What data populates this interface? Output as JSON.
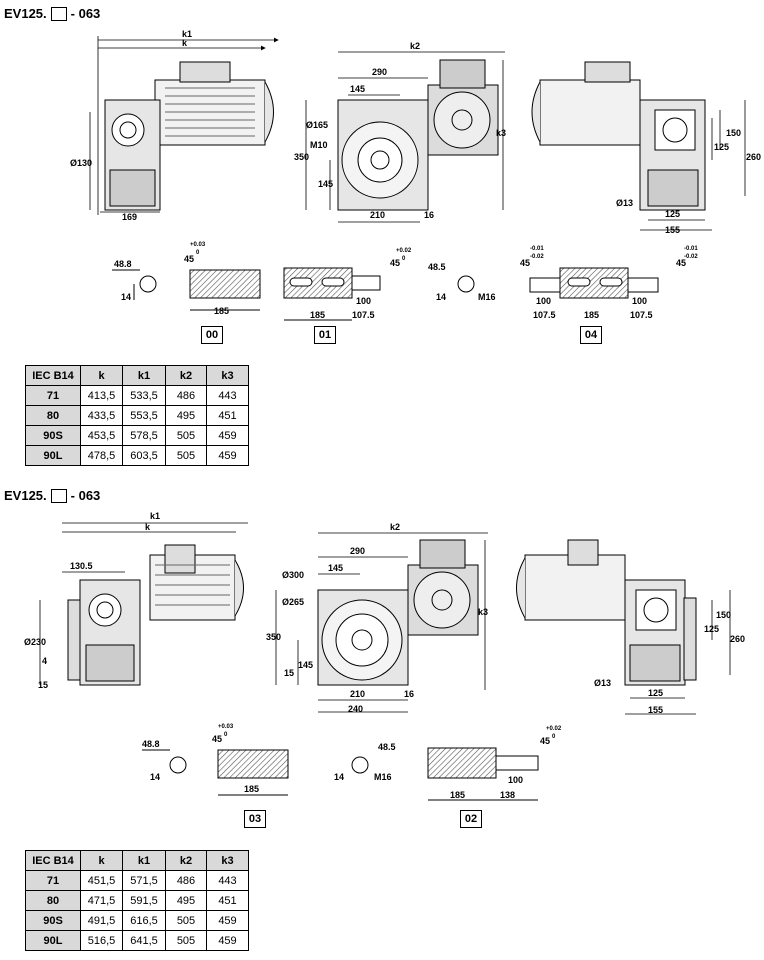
{
  "section1": {
    "title_prefix": "EV125.",
    "title_suffix": "- 063",
    "dims": {
      "k1": "k1",
      "k": "k",
      "k2": "k2",
      "k3": "k3",
      "d130": "Ø130",
      "w169": "169",
      "w290": "290",
      "w145a": "145",
      "d165": "Ø165",
      "m10": "M10",
      "h350": "350",
      "h145b": "145",
      "w210": "210",
      "w16": "16",
      "h150": "150",
      "h125": "125",
      "h260": "260",
      "d13": "Ø13",
      "w125": "125",
      "w155": "155"
    },
    "variants": {
      "v00": {
        "label": "00",
        "d488": "48.8",
        "w14": "14",
        "a45": "45",
        "tol": "+0.03",
        "tol0": "0",
        "w185": "185"
      },
      "v01": {
        "label": "01",
        "a45": "45",
        "tol": "+0.02",
        "tol0": "0",
        "w100": "100",
        "w185": "185",
        "w1075": "107.5"
      },
      "v01m": {
        "d485": "48.5",
        "w14": "14",
        "m16": "M16"
      },
      "v04": {
        "label": "04",
        "a45l": "45",
        "tl1": "-0.01",
        "tl2": "-0.02",
        "a45r": "45",
        "tr1": "-0.01",
        "tr2": "-0.02",
        "w100l": "100",
        "w100r": "100",
        "w1075l": "107.5",
        "w185": "185",
        "w1075r": "107.5"
      }
    },
    "table": {
      "headers": [
        "IEC B14",
        "k",
        "k1",
        "k2",
        "k3"
      ],
      "rows": [
        [
          "71",
          "413,5",
          "533,5",
          "486",
          "443"
        ],
        [
          "80",
          "433,5",
          "553,5",
          "495",
          "451"
        ],
        [
          "90S",
          "453,5",
          "578,5",
          "505",
          "459"
        ],
        [
          "90L",
          "478,5",
          "603,5",
          "505",
          "459"
        ]
      ]
    }
  },
  "section2": {
    "title_prefix": "EV125.",
    "title_suffix": "- 063",
    "dims": {
      "k1": "k1",
      "k": "k",
      "k2": "k2",
      "k3": "k3",
      "w1305": "130.5",
      "d230": "Ø230",
      "w4": "4",
      "w15": "15",
      "w290": "290",
      "w145a": "145",
      "d300": "Ø300",
      "d265": "Ø265",
      "h350": "350",
      "h145b": "145",
      "w15b": "15",
      "w210": "210",
      "w240": "240",
      "w16": "16",
      "h150": "150",
      "h125": "125",
      "h260": "260",
      "d13": "Ø13",
      "w125": "125",
      "w155": "155"
    },
    "variants": {
      "v03": {
        "label": "03",
        "d488": "48.8",
        "w14": "14",
        "a45": "45",
        "tol": "+0.03",
        "tol0": "0",
        "w185": "185"
      },
      "v02": {
        "label": "02",
        "a45": "45",
        "tol": "+0.02",
        "tol0": "0",
        "w100": "100",
        "w185": "185",
        "w138": "138"
      },
      "v02m": {
        "d485": "48.5",
        "w14": "14",
        "m16": "M16"
      }
    },
    "table": {
      "headers": [
        "IEC B14",
        "k",
        "k1",
        "k2",
        "k3"
      ],
      "rows": [
        [
          "71",
          "451,5",
          "571,5",
          "486",
          "443"
        ],
        [
          "80",
          "471,5",
          "591,5",
          "495",
          "451"
        ],
        [
          "90S",
          "491,5",
          "616,5",
          "505",
          "459"
        ],
        [
          "90L",
          "516,5",
          "641,5",
          "505",
          "459"
        ]
      ]
    }
  }
}
